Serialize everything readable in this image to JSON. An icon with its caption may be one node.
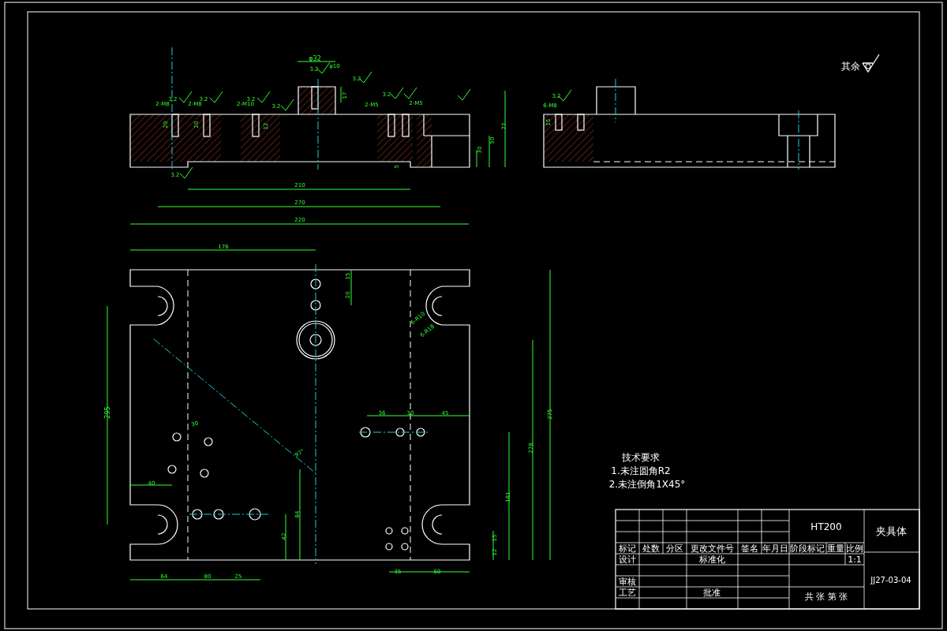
{
  "diagram": {
    "labels": [
      "φ32",
      "3.2",
      "φ10",
      "17",
      "3.2",
      "3.2",
      "3.2",
      "2-M8",
      "2-M8",
      "2-M10",
      "3.2",
      "3.2",
      "3.2",
      "2-M5",
      "2-M5",
      "20",
      "20",
      "12",
      "5",
      "77",
      "50",
      "30",
      "3.2",
      "210",
      "270",
      "220",
      "其余",
      "6-M8",
      "3.2",
      "15",
      "176",
      "15",
      "20",
      "6-R10",
      "6-R18",
      "295",
      "36",
      "30",
      "45",
      "275",
      "278",
      "30",
      "97°",
      "40",
      "84",
      "42",
      "181",
      "15",
      "12",
      "64",
      "80",
      "25",
      "35",
      "60",
      "技术要求",
      "1.未注圆角R2",
      "2.未注倒角1X45°",
      "HT200",
      "标记",
      "处数",
      "分区",
      "更改文件号",
      "签名",
      "年月日",
      "设计",
      "标准化",
      "阶段标记",
      "重量",
      "比例",
      "审核",
      "1:1",
      "工艺",
      "批准",
      "共 张 第 张",
      "夹具体",
      "JJ27-03-04"
    ]
  }
}
